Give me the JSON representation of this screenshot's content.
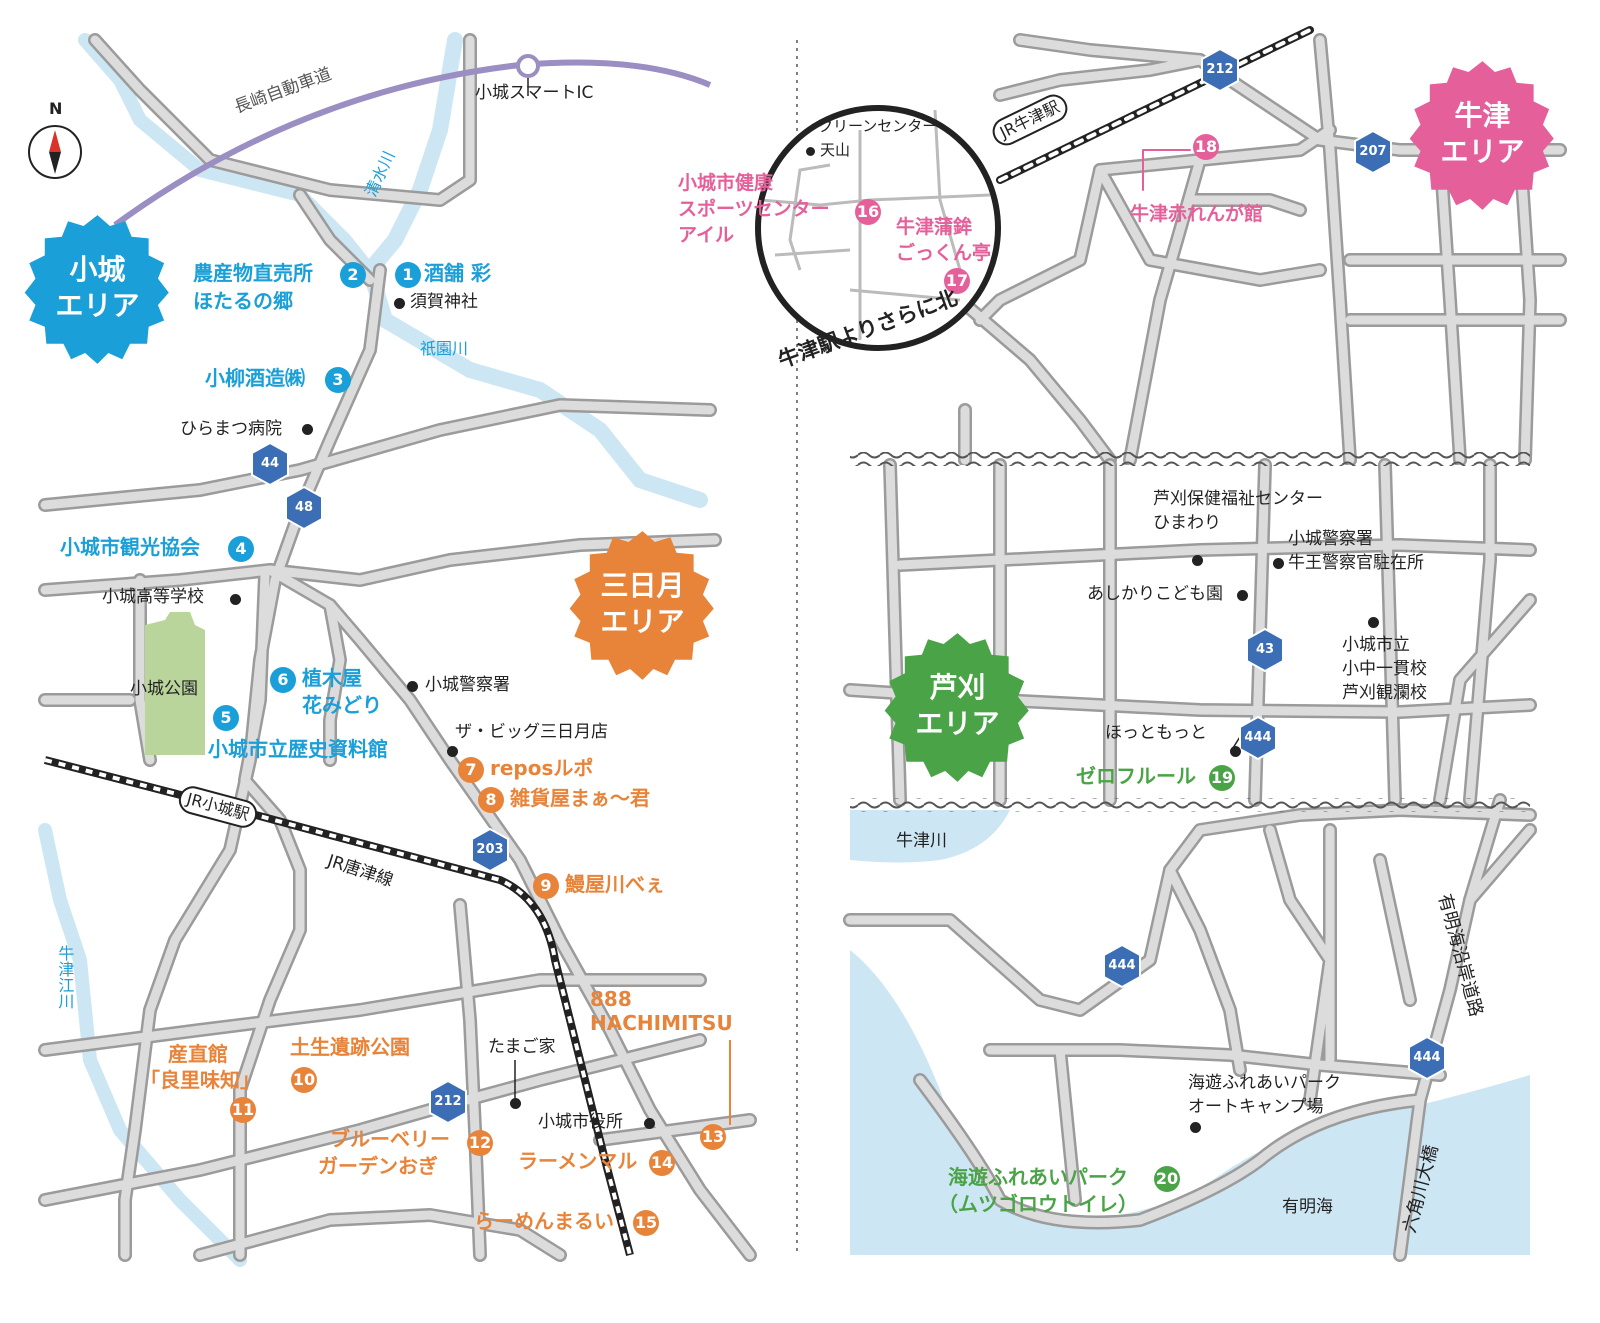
{
  "colors": {
    "road": "#dcdcdc",
    "road_edge": "#9b9b9b",
    "water": "#cde6f4",
    "expressway": "#9b8ec2",
    "park": "#b9d59b",
    "ojo": "#1a9fd8",
    "mikazuki": "#e8843a",
    "ushizu": "#e5609a",
    "ashikari": "#4aa447"
  },
  "compass": {
    "north_label": "N"
  },
  "expressway": {
    "label": "長崎自動車道",
    "ic_label": "小城スマートIC"
  },
  "rivers": {
    "shimizu": "清水川",
    "gion": "祇園川",
    "ushizu_e": "牛津江川",
    "ushizu": "牛津川"
  },
  "areas": {
    "ojo": {
      "line1": "小城",
      "line2": "エリア"
    },
    "mikazuki": {
      "line1": "三日月",
      "line2": "エリア"
    },
    "ushizu": {
      "line1": "牛津",
      "line2": "エリア"
    },
    "ashikari": {
      "line1": "芦刈",
      "line2": "エリア"
    }
  },
  "routes": [
    "212",
    "207",
    "44",
    "48",
    "203",
    "212",
    "43",
    "444",
    "444",
    "444"
  ],
  "rail": {
    "jr_ojo": "JR小城駅",
    "jr_karatsu": "JR唐津線",
    "jr_ushizu": "JR牛津駅"
  },
  "spots": {
    "s1": {
      "num": "1",
      "name": "酒舗 彩"
    },
    "s2": {
      "num": "2",
      "name1": "農産物直売所",
      "name2": "ほたるの郷"
    },
    "s3": {
      "num": "3",
      "name": "小柳酒造㈱"
    },
    "s4": {
      "num": "4",
      "name": "小城市観光協会"
    },
    "s5": {
      "num": "5",
      "name": "小城市立歴史資料館"
    },
    "s6": {
      "num": "6",
      "name1": "植木屋",
      "name2": "花みどり"
    },
    "s7": {
      "num": "7",
      "name": "reposルポ"
    },
    "s8": {
      "num": "8",
      "name": "雑貨屋まぁ～君"
    },
    "s9": {
      "num": "9",
      "name": "鰻屋川べぇ"
    },
    "s10": {
      "num": "10",
      "name": "土生遺跡公園"
    },
    "s11": {
      "num": "11",
      "name1": "産直館",
      "name2": "「良里味知」"
    },
    "s12": {
      "num": "12",
      "name1": "ブルーベリー",
      "name2": "ガーデンおぎ"
    },
    "s13": {
      "num": "13",
      "name1": "888",
      "name2": "HACHIMITSU"
    },
    "s14": {
      "num": "14",
      "name": "ラーメンマル"
    },
    "s15": {
      "num": "15",
      "name": "らーめんまるい"
    },
    "s16": {
      "num": "16",
      "name1": "小城市健康",
      "name2": "スポーツセンター",
      "name3": "アイル"
    },
    "s17": {
      "num": "17",
      "name1": "牛津蒲鉾",
      "name2": "ごっくん亭"
    },
    "s18": {
      "num": "18",
      "name": "牛津赤れんが館"
    },
    "s19": {
      "num": "19",
      "name": "ゼロフルール"
    },
    "s20": {
      "num": "20",
      "name1": "海遊ふれあいパーク",
      "name2": "（ムツゴロウトイレ）"
    }
  },
  "landmarks": {
    "suga": "須賀神社",
    "hiramatsu": "ひらまつ病院",
    "ojo_hs": "小城高等学校",
    "ojo_park": "小城公園",
    "ojo_police": "小城警察署",
    "big": "ザ・ビッグ三日月店",
    "tamago": "たまご家",
    "cityhall": "小城市役所",
    "clean1": "クリーンセンター",
    "tenzan": "天山",
    "north_label": "牛津駅よりさらに北",
    "hoken1": "芦刈保健福祉センター",
    "hoken2": "ひまわり",
    "police2a": "小城警察署",
    "police2b": "牛王警察官駐在所",
    "kodomo": "あしかりこども園",
    "school1": "小城市立",
    "school2": "小中一貫校",
    "school3": "芦刈観瀾校",
    "hotto": "ほっともっと",
    "camp1": "海遊ふれあいパーク",
    "camp2": "オートキャンプ場",
    "ariake": "有明海",
    "coastal": "有明海沿岸道路",
    "bridge": "六角川大橋"
  }
}
